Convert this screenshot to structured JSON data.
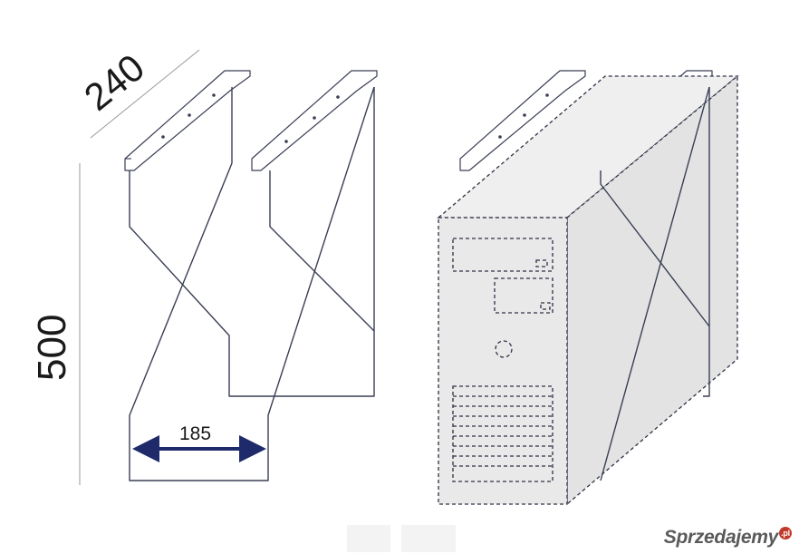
{
  "dimensions": {
    "depth": "240",
    "height": "500",
    "inner_width": "185"
  },
  "colors": {
    "arrow": "#1f2a6b",
    "wire": "#3a3f55",
    "case_fill": "#e6e6e6"
  },
  "watermark": {
    "text": "Sprzedajemy",
    "badge": ".pl"
  }
}
